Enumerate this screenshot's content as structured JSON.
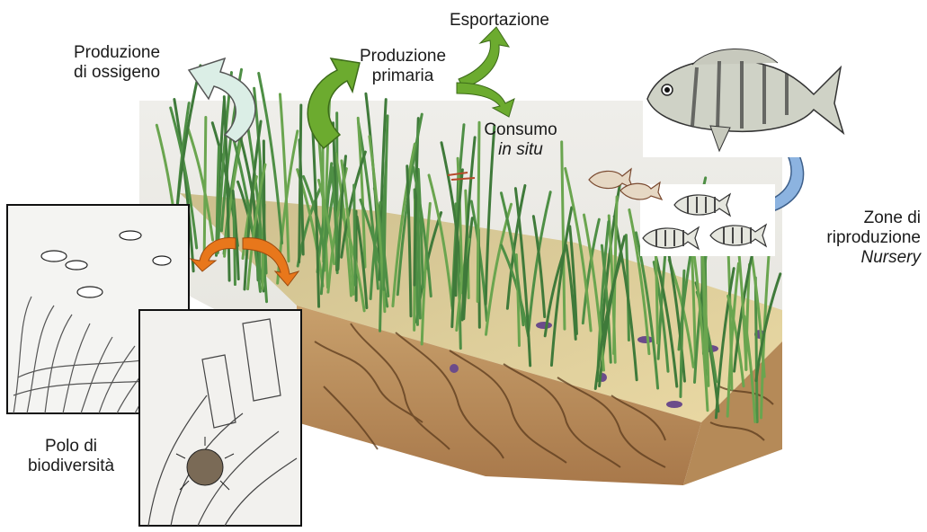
{
  "labels": {
    "oxygen": {
      "line1": "Produzione",
      "line2": "di ossigeno"
    },
    "export": "Esportazione",
    "primary": {
      "line1": "Produzione",
      "line2": "primaria"
    },
    "consumption": {
      "line1": "Consumo",
      "line2": "in situ"
    },
    "nursery": {
      "line1": "Zone di",
      "line2": "riproduzione",
      "line3": "Nursery"
    },
    "biodiversity": {
      "line1": "Polo di",
      "line2": "biodiversità"
    }
  },
  "colors": {
    "arrow_oxygen": "#dbeee6",
    "arrow_primary": "#6cab2f",
    "arrow_orange": "#e8771b",
    "arrow_nursery": "#8cb3e0",
    "sediment_top": "#e2cf96",
    "sediment_side": "#b98c5a",
    "seagrass": "#4e8f45"
  },
  "icons": [
    "fish-icon",
    "seagrass-icon",
    "arrow-icon"
  ]
}
